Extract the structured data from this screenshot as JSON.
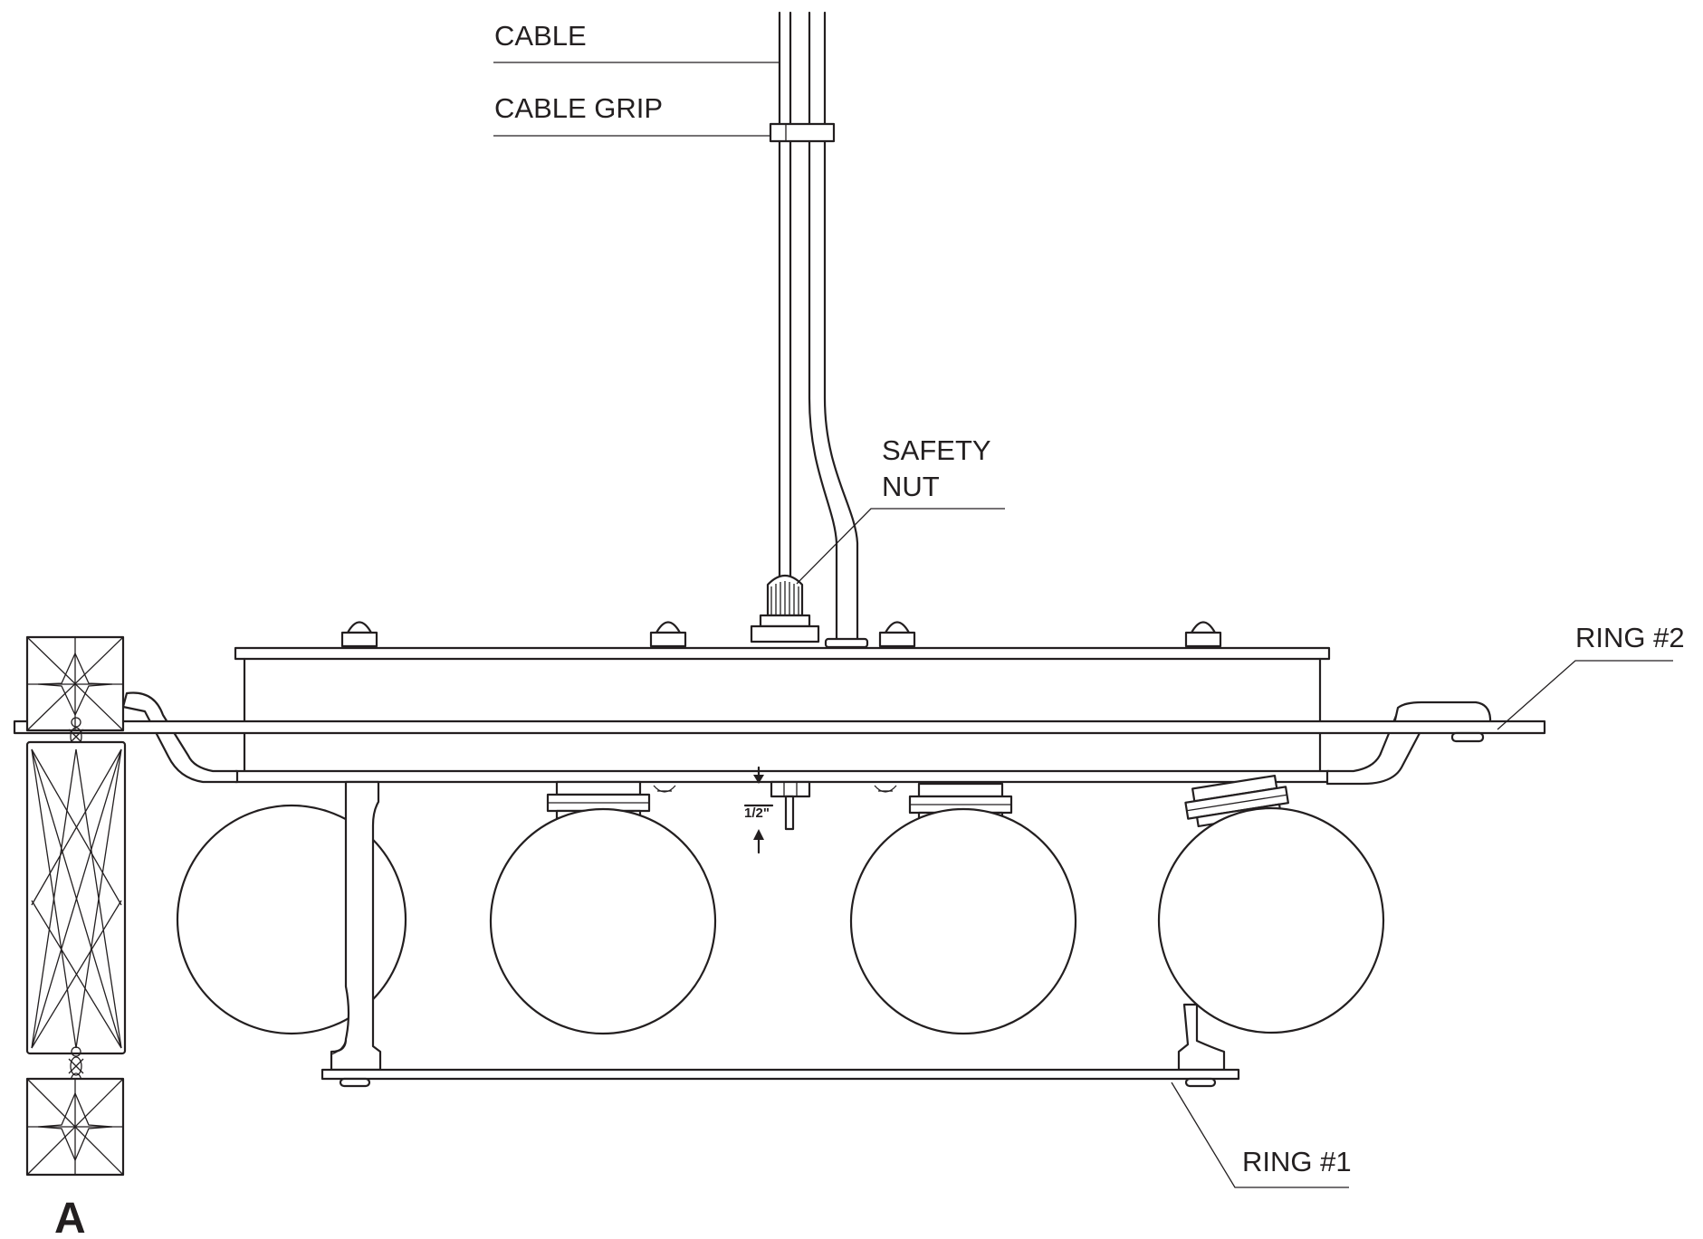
{
  "labels": {
    "cable": "CABLE",
    "cable_grip": "CABLE GRIP",
    "safety_nut_line1": "SAFETY",
    "safety_nut_line2": "NUT",
    "ring2": "RING #2",
    "ring1": "RING #1",
    "dimension": "1/2\"",
    "detail": "A"
  },
  "colors": {
    "ink": "#231f20",
    "background": "#ffffff"
  }
}
